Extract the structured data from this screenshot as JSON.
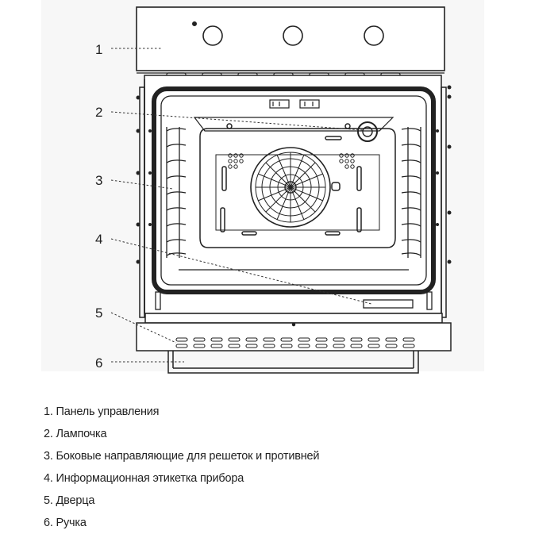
{
  "callouts": [
    {
      "number": "1"
    },
    {
      "number": "2"
    },
    {
      "number": "3"
    },
    {
      "number": "4"
    },
    {
      "number": "5"
    },
    {
      "number": "6"
    }
  ],
  "legend": [
    "1. Панель управления",
    "2. Лампочка",
    "3. Боковые направляющие для решеток и противней",
    "4. Информационная этикетка прибора",
    "5. Дверца",
    "6. Ручка"
  ]
}
